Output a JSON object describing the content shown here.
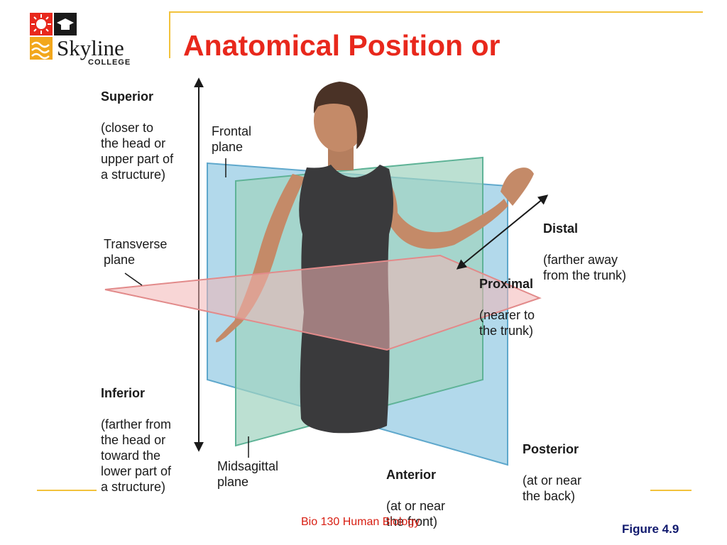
{
  "logo": {
    "name": "Skyline",
    "sub": "COLLEGE"
  },
  "title": "Anatomical Position or",
  "labels": {
    "superior": {
      "term": "Superior",
      "desc": "(closer to\nthe head or\nupper part of\na structure)"
    },
    "inferior": {
      "term": "Inferior",
      "desc": "(farther from\nthe head or\ntoward the\nlower part of\na structure)"
    },
    "frontal": "Frontal\nplane",
    "transverse": "Transverse\nplane",
    "midsagittal": "Midsagittal\nplane",
    "distal": {
      "term": "Distal",
      "desc": "(farther away\nfrom the trunk)"
    },
    "proximal": {
      "term": "Proximal",
      "desc": "(nearer to\nthe trunk)"
    },
    "posterior": {
      "term": "Posterior",
      "desc": "(at or near\nthe back)"
    },
    "anterior": {
      "term": "Anterior",
      "desc": "(at or near\nthe front)"
    }
  },
  "footer": {
    "course": "Bio 130 Human Biology",
    "figure": "Figure 4.9"
  },
  "colors": {
    "title": "#e8281c",
    "accent_line": "#f2c23c",
    "frontal_plane": "#9fcfe6",
    "sagittal_plane": "#9fd3bf",
    "transverse_plane": "#f2b4b4",
    "skin": "#c48a68",
    "suit": "#3a3a3c",
    "hair": "#4a3226",
    "figure_label": "#111a6e"
  }
}
